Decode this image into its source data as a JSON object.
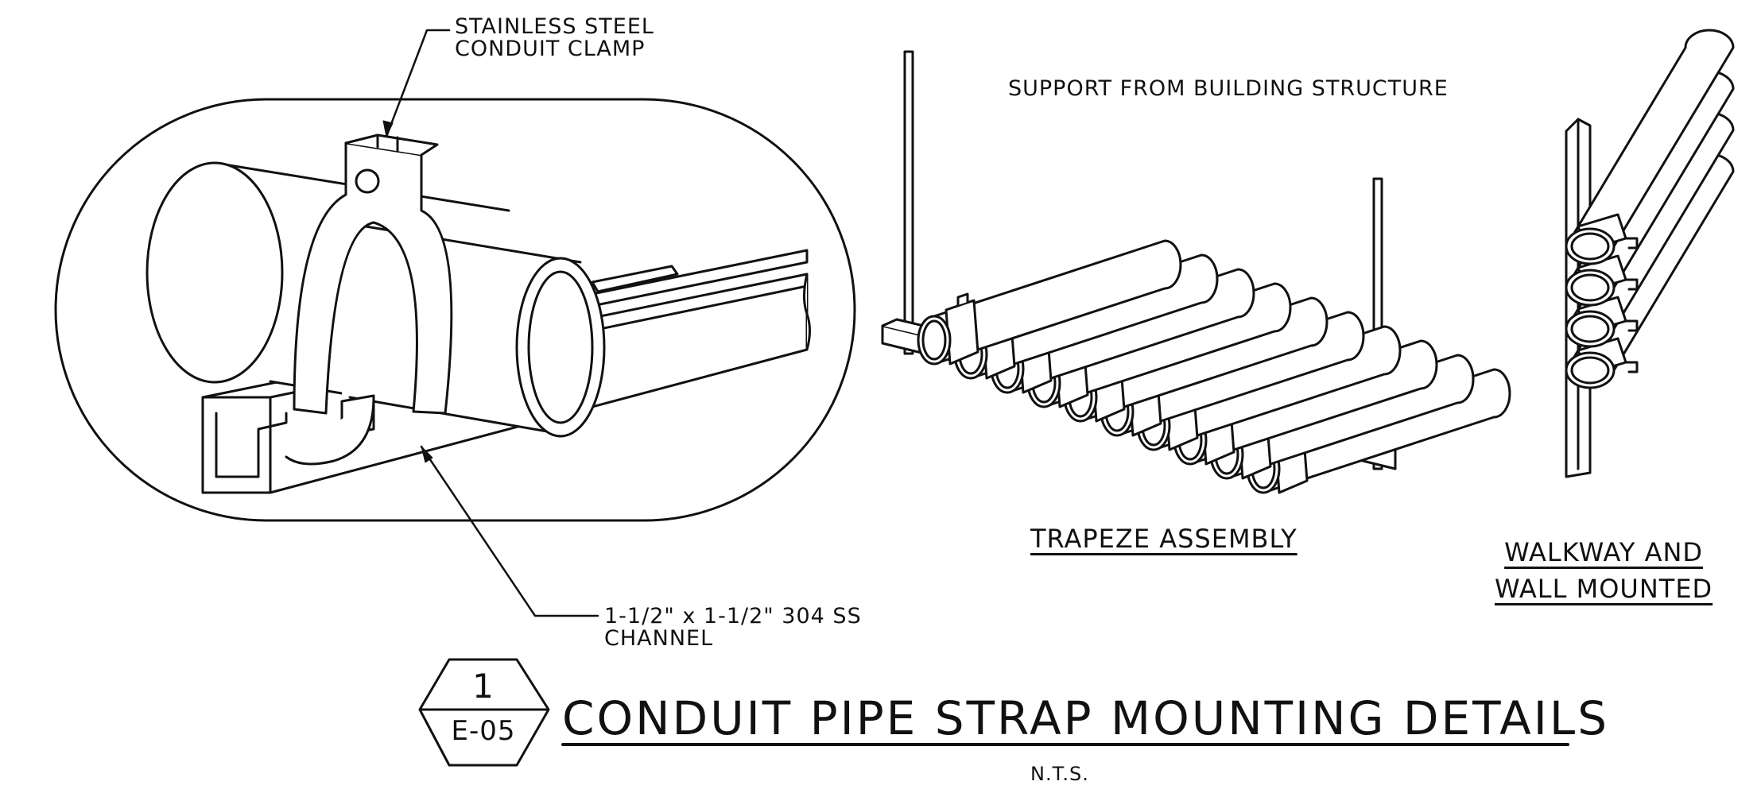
{
  "labels": {
    "clamp_line1": "STAINLESS STEEL",
    "clamp_line2": "CONDUIT CLAMP",
    "support": "SUPPORT FROM BUILDING STRUCTURE",
    "channel_line1": "1-1/2\" x 1-1/2\" 304 SS",
    "channel_line2": "CHANNEL",
    "trapeze": "TRAPEZE ASSEMBLY",
    "walkway_line1": "WALKWAY AND",
    "walkway_line2": "WALL MOUNTED"
  },
  "title_block": {
    "detail_number": "1",
    "sheet": "E-05",
    "title": "CONDUIT PIPE STRAP MOUNTING DETAILS",
    "scale": "N.T.S."
  },
  "colors": {
    "ink": "#111111",
    "paper": "#ffffff"
  }
}
